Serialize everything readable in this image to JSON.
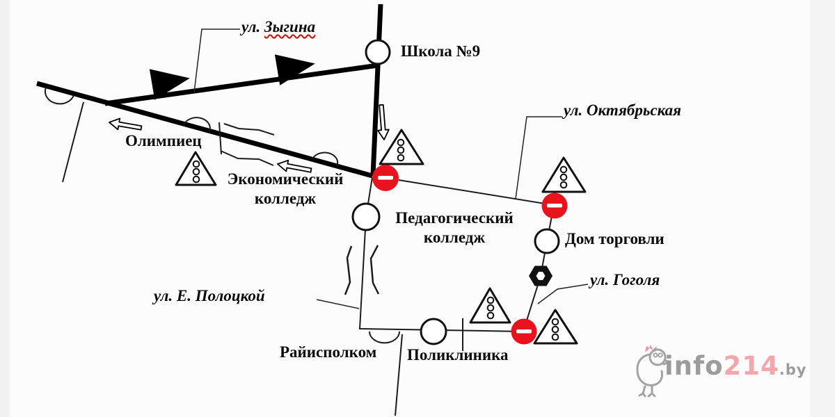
{
  "page": {
    "background": "#fcfcfc",
    "left_strip_color": "#f1f1f1",
    "right_strip_color": "#f4f4f4"
  },
  "streets": {
    "zygina": {
      "prefix": "ул. ",
      "name": "Зыгина",
      "spellcheck_underline_color": "#e60000"
    },
    "oktyabrskaya": "ул. Октябрьская",
    "gogolya": "ул. Гоголя",
    "polotskoy": "ул. Е. Полоцкой"
  },
  "stops": {
    "school": "Школа №9",
    "olimpiec": "Олимпиец",
    "econom_line1": "Экономический",
    "econom_line2": "колледж",
    "pedagog_line1": "Педагогический",
    "pedagog_line2": "колледж",
    "dom_torgovli": "Дом торговли",
    "rayispolkom": "Райисполком",
    "poliklinika": "Поликлиника"
  },
  "signs": {
    "no_entry_count": 3,
    "no_entry_color": "#e8131c",
    "traffic_light_warning_count": 5,
    "stop_hexagon_count": 1,
    "bus_stop_arc_count": 4,
    "road_color": "#000000"
  },
  "watermark": {
    "info": "info",
    "number": "214",
    "by": ".by",
    "gray": "#9c9c9c",
    "pink": "#f5a6ab"
  }
}
